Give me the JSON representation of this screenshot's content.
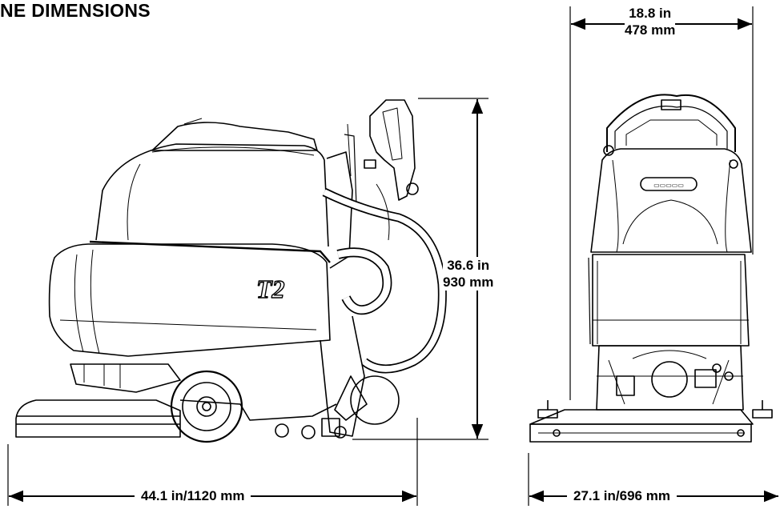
{
  "heading": "NE DIMENSIONS",
  "dimensions": {
    "height": {
      "imperial": "36.6 in",
      "metric": "930 mm"
    },
    "width": {
      "imperial": "18.8 in",
      "metric": "478 mm"
    },
    "length": {
      "label": "44.1 in/1120 mm"
    },
    "depth": {
      "label": "27.1 in/696 mm"
    }
  },
  "machine": {
    "model_badge": "T2"
  },
  "colors": {
    "line": "#000000",
    "background": "#ffffff"
  }
}
